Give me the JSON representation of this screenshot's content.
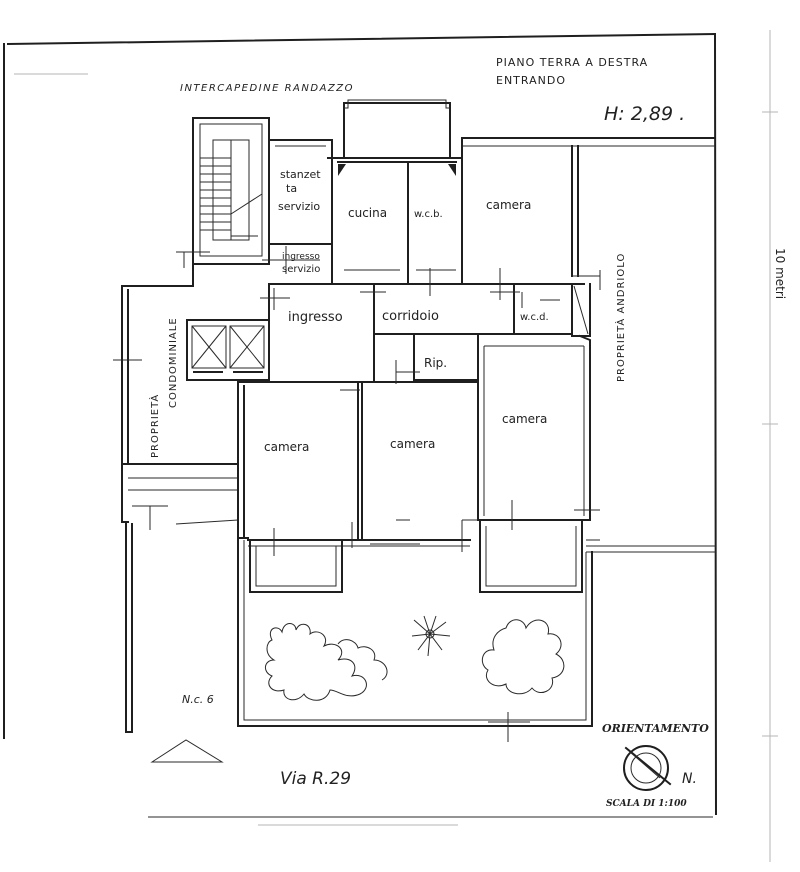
{
  "header": {
    "title_line1": "PIANO TERRA A DESTRA",
    "title_line2": "ENTRANDO",
    "height": "H: 2,89 ."
  },
  "labels": {
    "top_gap": "INTERCAPEDINE RANDAZZO",
    "stanzetta_1": "stanzet",
    "stanzetta_2": "ta",
    "servizio": "servizio",
    "cucina": "cucina",
    "wcb": "w.c.b.",
    "camera_top_right": "camera",
    "ingresso_servizio_1": "ingresso",
    "ingresso_servizio_2": "servizio",
    "ingresso": "ingresso",
    "corridoio": "corridoio",
    "wcd": "w.c.d.",
    "rip": "Rip.",
    "camera_left": "camera",
    "camera_center": "camera",
    "camera_right": "camera",
    "proprieta_condominiale_1": "PROPRIETÀ",
    "proprieta_condominiale_2": "CONDOMINIALE",
    "proprieta_andriolo": "PROPRIETÀ ANDRIOLO",
    "nc": "N.c. 6",
    "street": "Via R.29",
    "orientamento": "ORIENTAMENTO",
    "north_letter": "N.",
    "scala": "SCALA DI 1:100"
  },
  "side_scale": {
    "label": "10 metri"
  }
}
